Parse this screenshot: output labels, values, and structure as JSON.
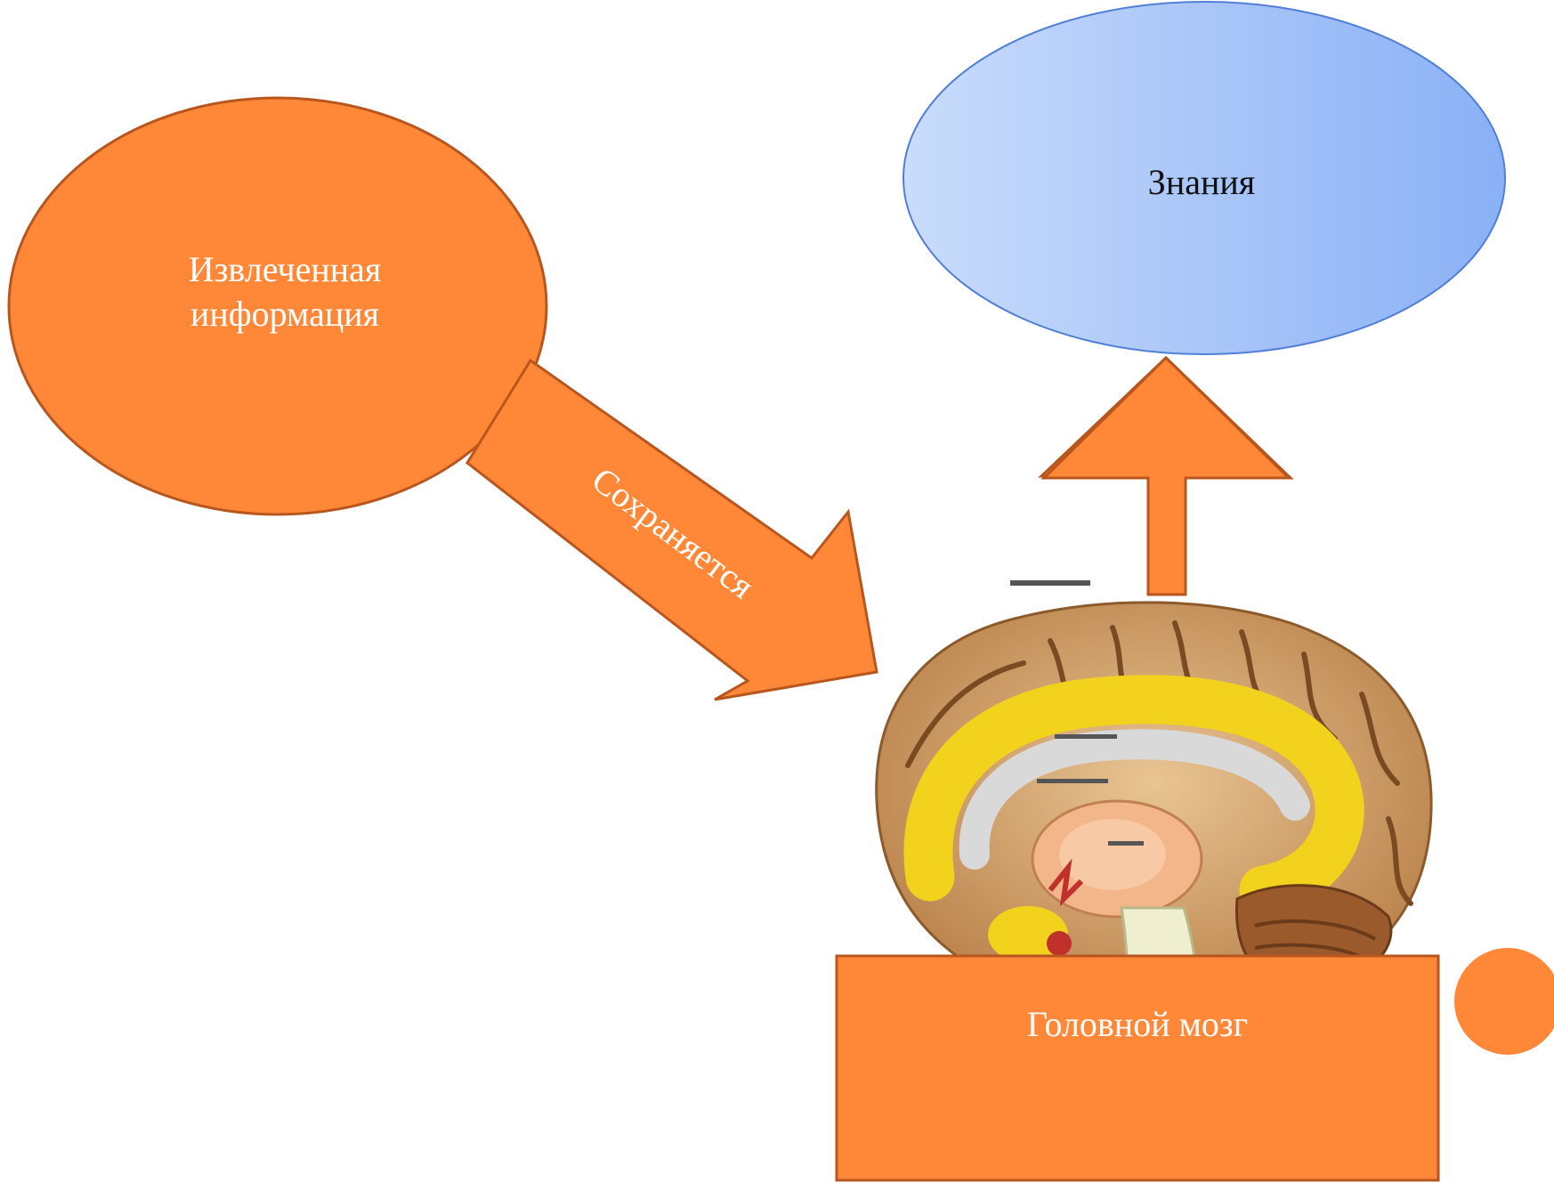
{
  "nodes": {
    "extracted_info": {
      "label": "Извлеченная информация"
    },
    "knowledge": {
      "label": "Знания"
    },
    "brain": {
      "label": "Головной мозг"
    }
  },
  "edges": {
    "saved": {
      "label": "Сохраняется"
    }
  },
  "colors": {
    "orange_fill": "#FF8838",
    "orange_stroke": "#B8561E",
    "blue_light": "#C9DCFB",
    "blue_dark": "#8AB0F6",
    "blue_stroke": "#4F7FD6"
  },
  "image": {
    "subject": "brain sagittal anatomy illustration"
  }
}
